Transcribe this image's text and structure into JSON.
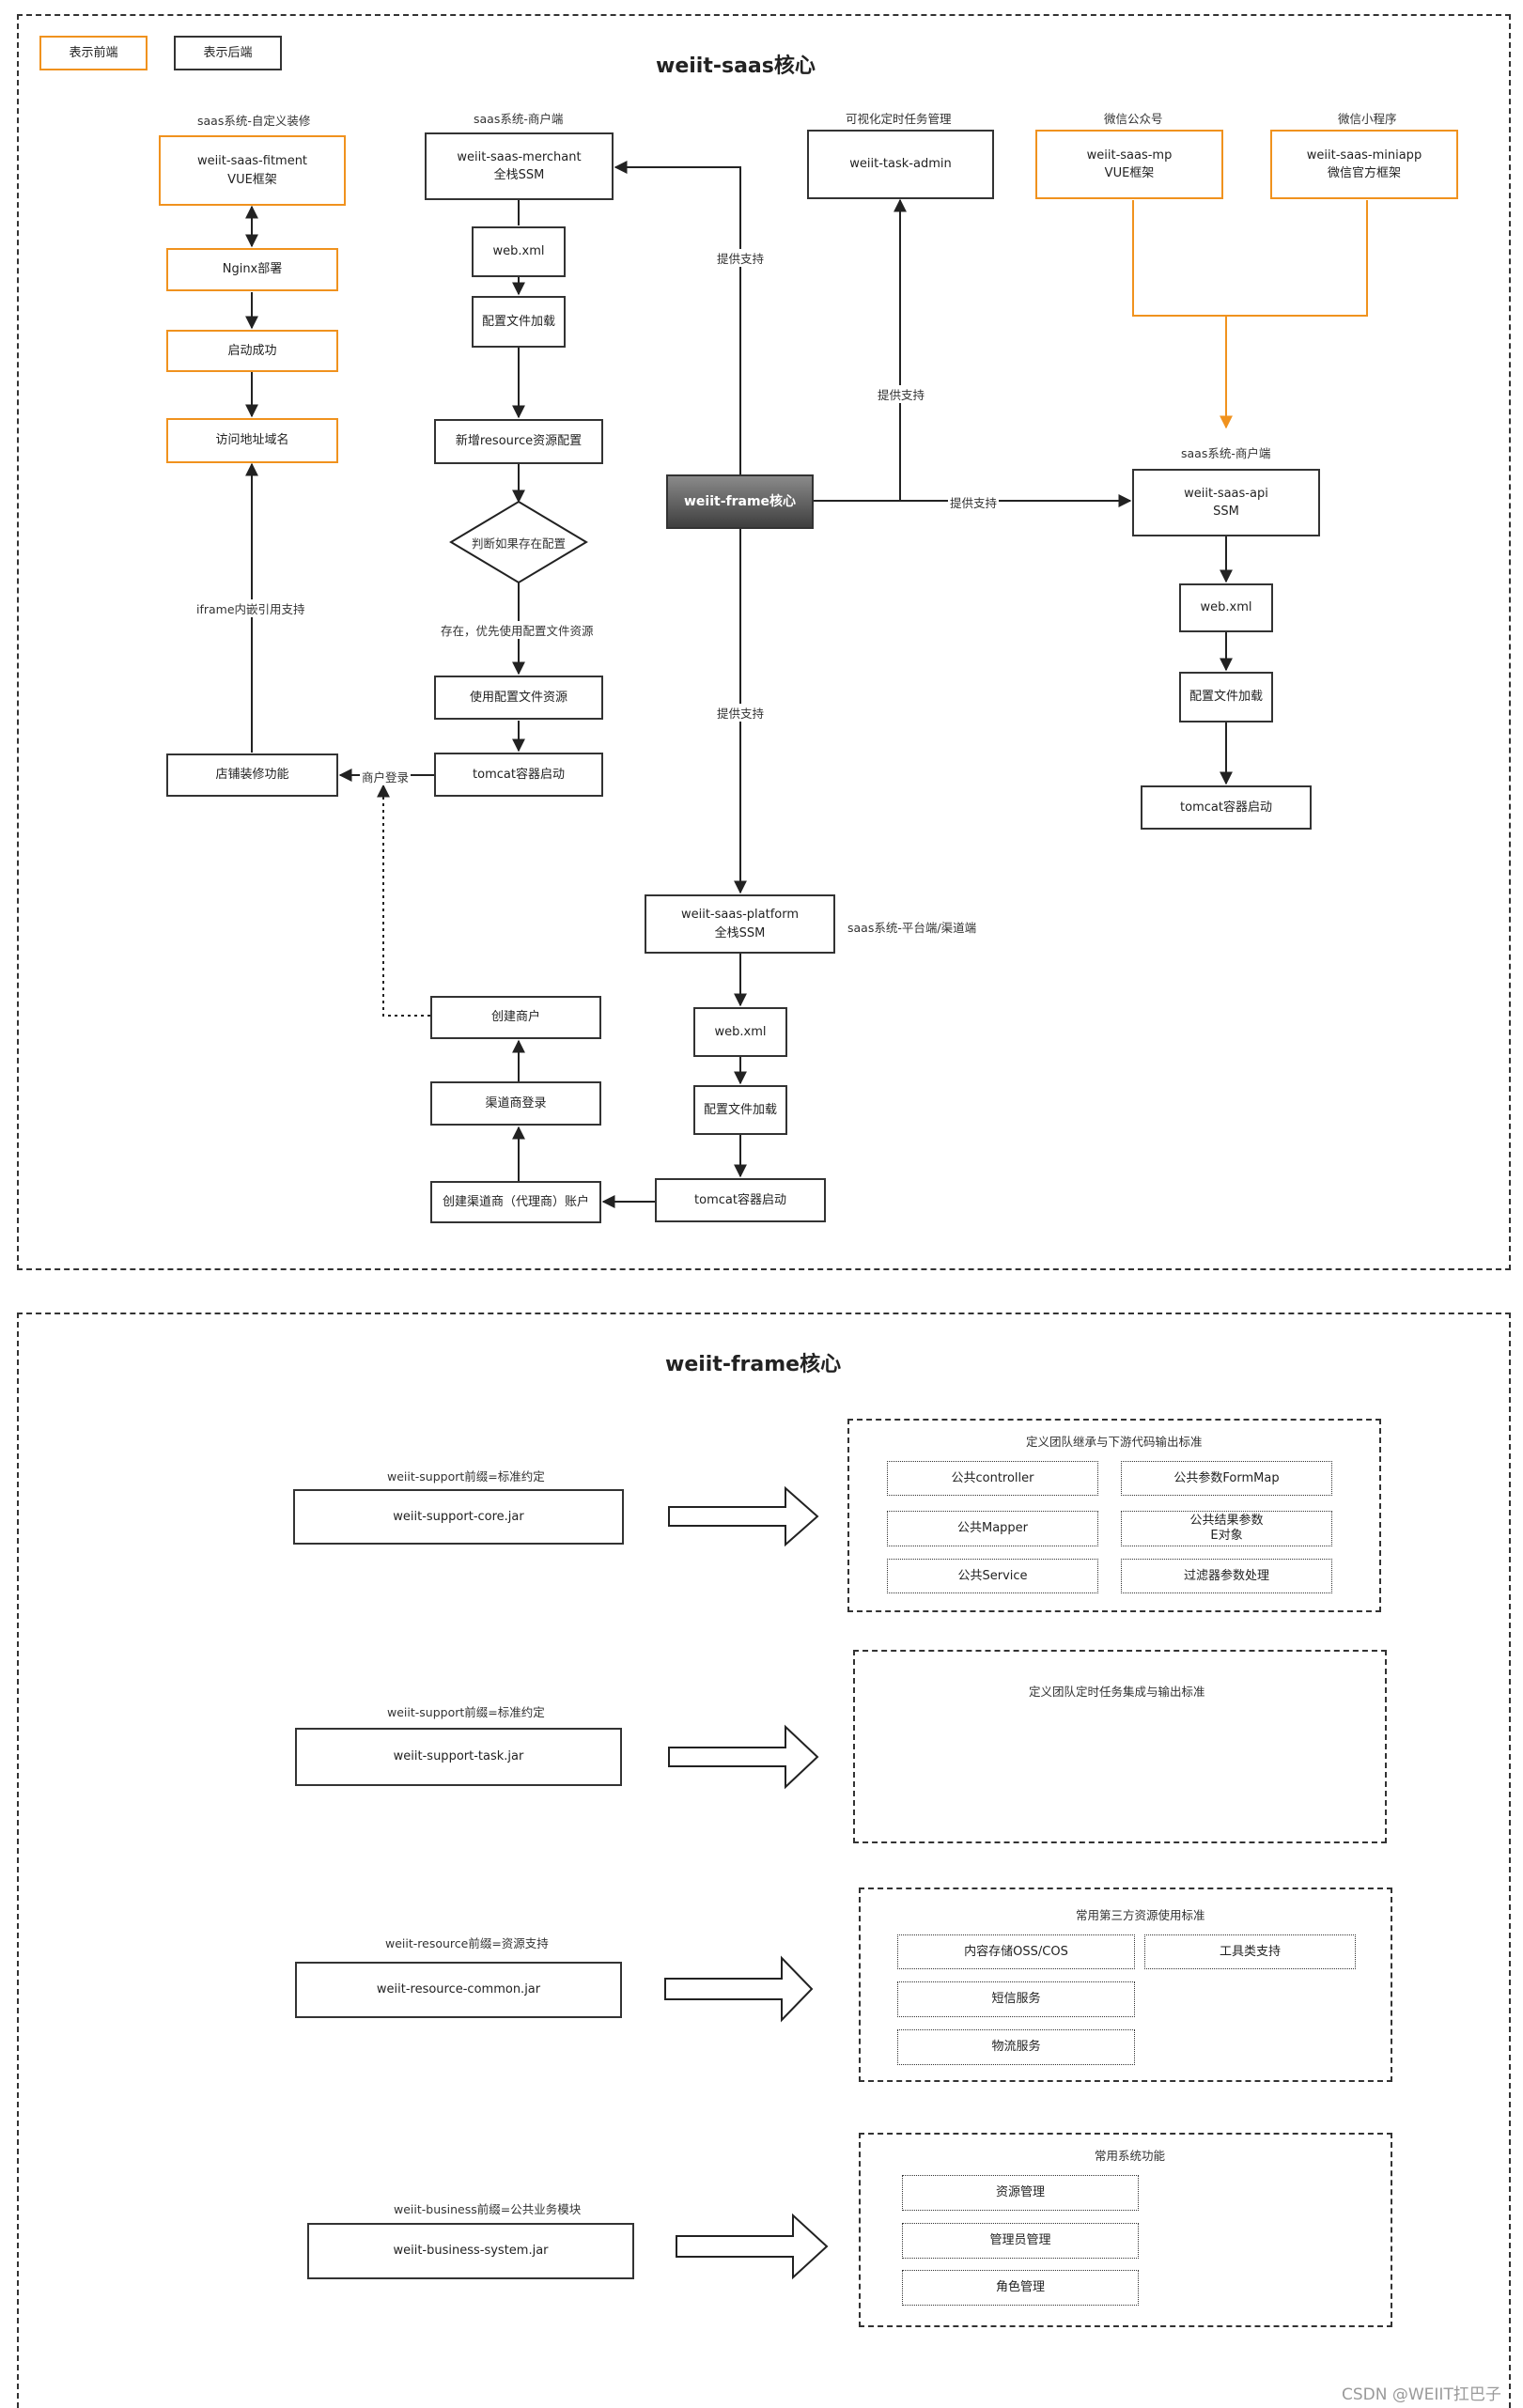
{
  "legend": {
    "frontend": "表示前端",
    "backend": "表示后端"
  },
  "top": {
    "title": "weiit-saas核心",
    "fitment": {
      "group_label": "saas系统-自定义装修",
      "main": "weiit-saas-fitment\nVUE框架",
      "nginx": "Nginx部署",
      "started": "启动成功",
      "domain": "访问地址域名",
      "iframe_label": "iframe内嵌引用支持",
      "shop_fitment": "店铺装修功能",
      "merchant_login_label": "商户登录"
    },
    "merchant": {
      "group_label": "saas系统-商户端",
      "main": "weiit-saas-merchant\n全栈SSM",
      "webxml": "web.xml",
      "config_load": "配置文件加载",
      "new_resource": "新增resource资源配置",
      "decision": "判断如果存在配置",
      "exists_label": "存在，优先使用配置文件资源",
      "use_config": "使用配置文件资源",
      "tomcat": "tomcat容器启动"
    },
    "task_admin": {
      "group_label": "可视化定时任务管理",
      "main": "weiit-task-admin"
    },
    "wechat_mp": {
      "group_label": "微信公众号",
      "main": "weiit-saas-mp\nVUE框架"
    },
    "miniapp": {
      "group_label": "微信小程序",
      "main": "weiit-saas-miniapp\n微信官方框架"
    },
    "core": "weiit-frame核心",
    "support_label": "提供支持",
    "api": {
      "group_label": "saas系统-商户端",
      "main": "weiit-saas-api\nSSM",
      "webxml": "web.xml",
      "config_load": "配置文件加载",
      "tomcat": "tomcat容器启动"
    },
    "platform": {
      "group_label": "saas系统-平台端/渠道端",
      "main": "weiit-saas-platform\n全栈SSM",
      "webxml": "web.xml",
      "config_load": "配置文件加载",
      "tomcat": "tomcat容器启动",
      "create_channel": "创建渠道商（代理商）账户",
      "channel_login": "渠道商登录",
      "create_merchant": "创建商户"
    }
  },
  "bottom": {
    "title": "weiit-frame核心",
    "sections": [
      {
        "prefix": "weiit-support前缀=标准约定",
        "jar": "weiit-support-core.jar",
        "panel_title": "定义团队继承与下游代码输出标准",
        "items": [
          "公共controller",
          "公共参数FormMap",
          "公共Mapper",
          "公共结果参数\nE对象",
          "公共Service",
          "过滤器参数处理"
        ]
      },
      {
        "prefix": "weiit-support前缀=标准约定",
        "jar": "weiit-support-task.jar",
        "panel_title": "定义团队定时任务集成与输出标准",
        "items": []
      },
      {
        "prefix": "weiit-resource前缀=资源支持",
        "jar": "weiit-resource-common.jar",
        "panel_title": "常用第三方资源使用标准",
        "items": [
          "内容存储OSS/COS",
          "工具类支持",
          "短信服务",
          "物流服务"
        ]
      },
      {
        "prefix": "weiit-business前缀=公共业务模块",
        "jar": "weiit-business-system.jar",
        "panel_title": "常用系统功能",
        "items": [
          "资源管理",
          "管理员管理",
          "角色管理"
        ]
      }
    ]
  },
  "watermark": "CSDN @WEIIT扛巴子",
  "colors": {
    "frontend_border": "#f0921e",
    "backend_border": "#333333",
    "core_fill": "#4a4a4a"
  }
}
